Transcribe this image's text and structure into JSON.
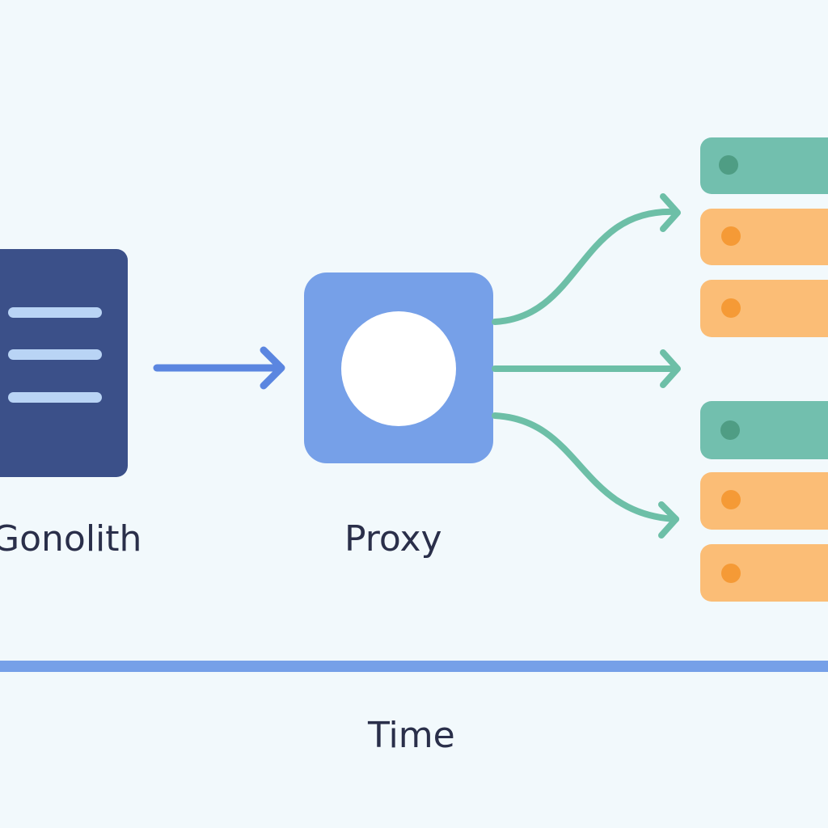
{
  "labels": {
    "monolith": "Gonolith",
    "proxy": "Proxy",
    "time": "Time"
  },
  "colors": {
    "background": "#f2f9fc",
    "monolith_box": "#3b5089",
    "monolith_lines": "#b9d4f5",
    "proxy_box": "#76a0e8",
    "proxy_circle": "#ffffff",
    "input_arrow": "#5b86e0",
    "service_arrows": "#6dbfa7",
    "service_green": "#72bfae",
    "service_green_dot": "#4f9d84",
    "service_orange": "#fbbd76",
    "service_orange_dot": "#f59a36",
    "timeline": "#76a0e8",
    "text": "#2a2f4a"
  },
  "services": [
    {
      "kind": "green"
    },
    {
      "kind": "orange"
    },
    {
      "kind": "orange"
    },
    {
      "kind": "green"
    },
    {
      "kind": "orange"
    },
    {
      "kind": "orange"
    }
  ]
}
